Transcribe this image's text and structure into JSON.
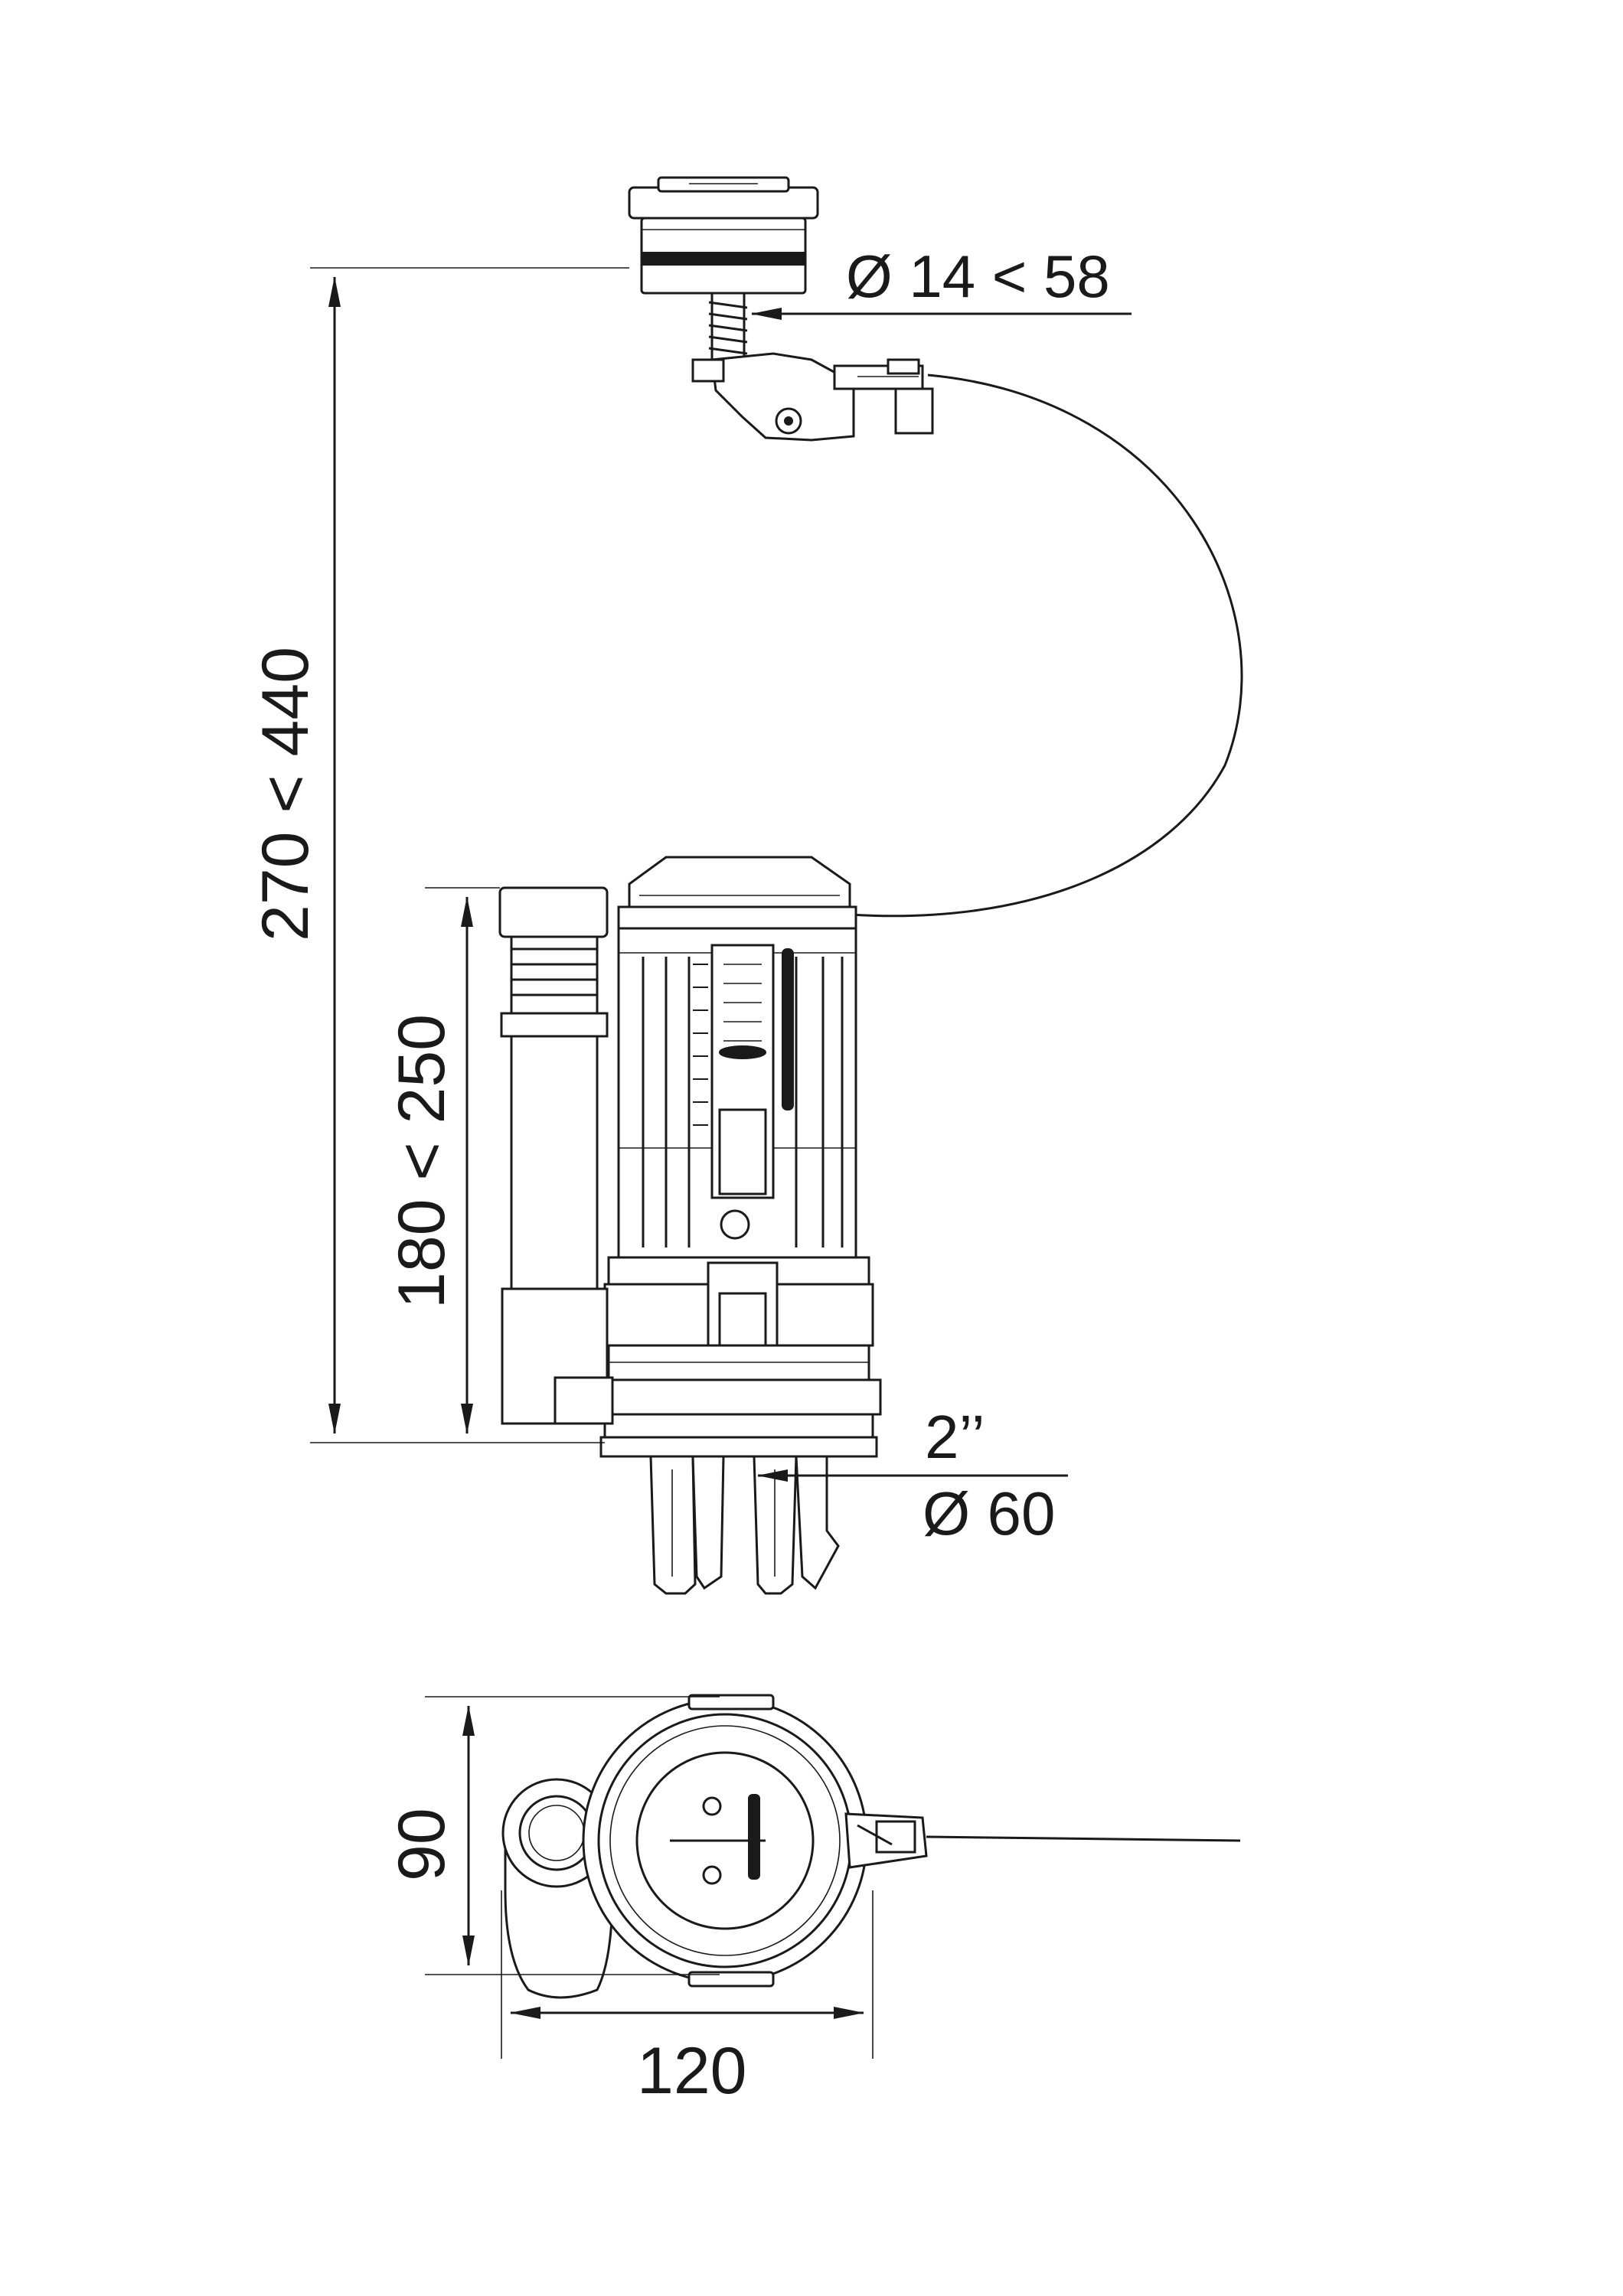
{
  "dimensions": {
    "button_diameter": "Ø 14 < 58",
    "total_height": "270 < 440",
    "valve_height": "180 < 250",
    "outlet_size": "2’’",
    "outlet_diameter": "Ø 60",
    "depth": "90",
    "width": "120"
  },
  "colors": {
    "ink": "#1a1a1a",
    "background": "#ffffff"
  }
}
